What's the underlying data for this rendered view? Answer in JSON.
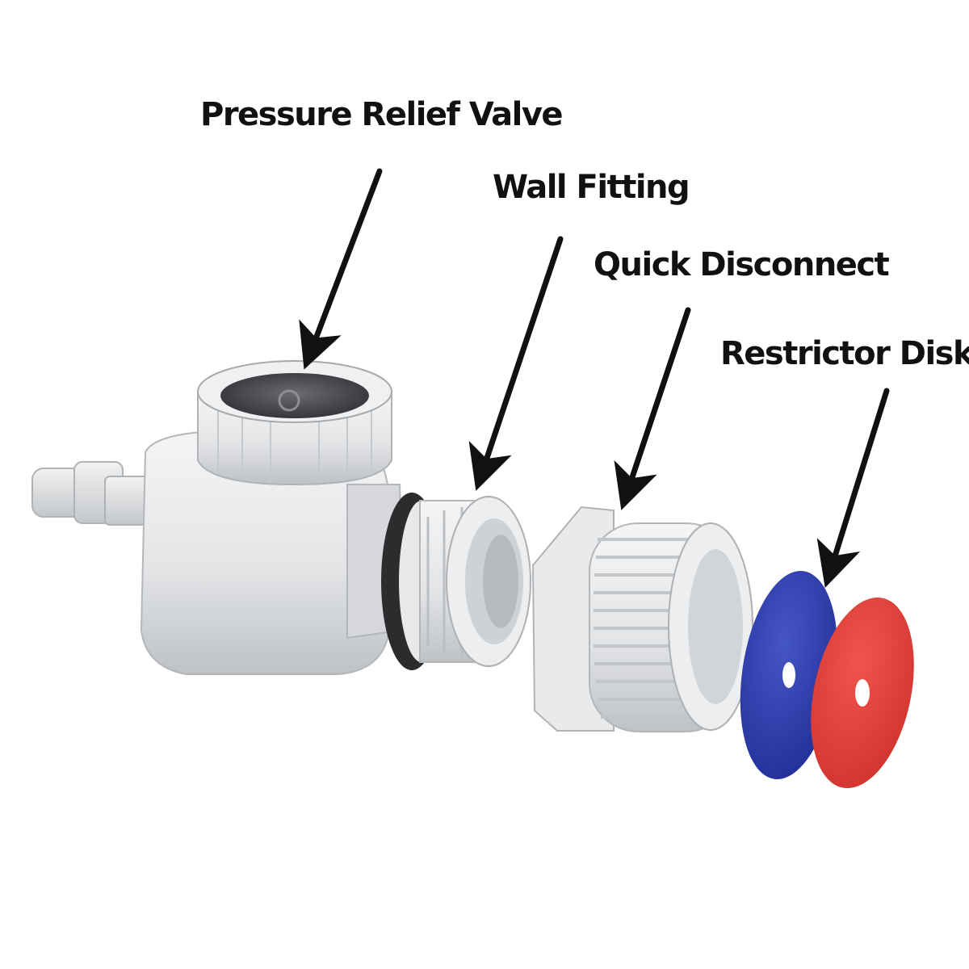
{
  "labels": {
    "pressure_relief_valve": "Pressure Relief Valve",
    "wall_fitting": "Wall Fitting",
    "quick_disconnect": "Quick Disconnect",
    "restrictor_disk": "Restrictor Disk"
  },
  "colors": {
    "plastic": "#e6e8ea",
    "plastic_shadow": "#b9bcbf",
    "oring": "#2a2c2e",
    "valve_cap": "#4a4c4f",
    "disk_blue": "#2e3da6",
    "disk_red": "#e0413b",
    "arrow": "#111111"
  },
  "icons": [
    "arrow-pressure-relief-valve",
    "arrow-wall-fitting",
    "arrow-quick-disconnect",
    "arrow-restrictor-disk"
  ]
}
